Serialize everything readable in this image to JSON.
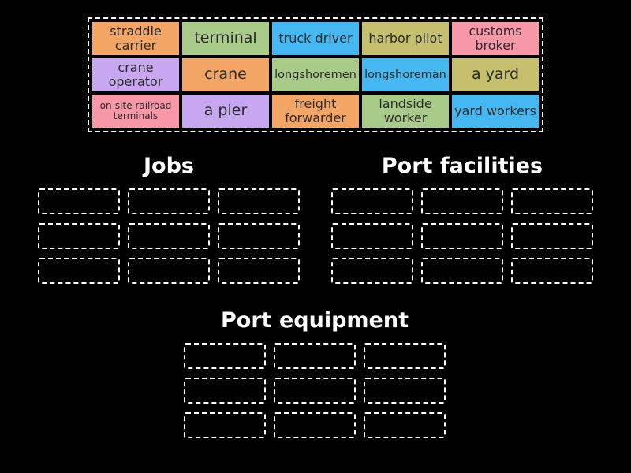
{
  "colors": {
    "background": "#000000",
    "tile_text": "#2b2b2b",
    "slot_border": "#ffffff",
    "title_text": "#ffffff",
    "tile_orange": "#f3a566",
    "tile_green": "#a9cb8a",
    "tile_blue": "#45b8f2",
    "tile_olive": "#c5bf6e",
    "tile_pink": "#f797a8",
    "tile_purple": "#c7a8f0"
  },
  "tray": {
    "tiles": [
      {
        "label": "straddle carrier",
        "color": "#f3a566"
      },
      {
        "label": "terminal",
        "color": "#a9cb8a"
      },
      {
        "label": "truck driver",
        "color": "#45b8f2"
      },
      {
        "label": "harbor pilot",
        "color": "#c5bf6e"
      },
      {
        "label": "customs broker",
        "color": "#f797a8"
      },
      {
        "label": "crane operator",
        "color": "#c7a8f0"
      },
      {
        "label": "crane",
        "color": "#f3a566"
      },
      {
        "label": "longshoremen",
        "color": "#a9cb8a"
      },
      {
        "label": "longshoreman",
        "color": "#45b8f2"
      },
      {
        "label": "a yard",
        "color": "#c5bf6e"
      },
      {
        "label": "on-site railroad terminals",
        "color": "#f797a8"
      },
      {
        "label": "a pier",
        "color": "#c7a8f0"
      },
      {
        "label": "freight forwarder",
        "color": "#f3a566"
      },
      {
        "label": "landside worker",
        "color": "#a9cb8a"
      },
      {
        "label": "yard workers",
        "color": "#45b8f2"
      }
    ]
  },
  "groups": [
    {
      "title": "Jobs",
      "slot_count": 9
    },
    {
      "title": "Port facilities",
      "slot_count": 9
    },
    {
      "title": "Port equipment",
      "slot_count": 9
    }
  ]
}
